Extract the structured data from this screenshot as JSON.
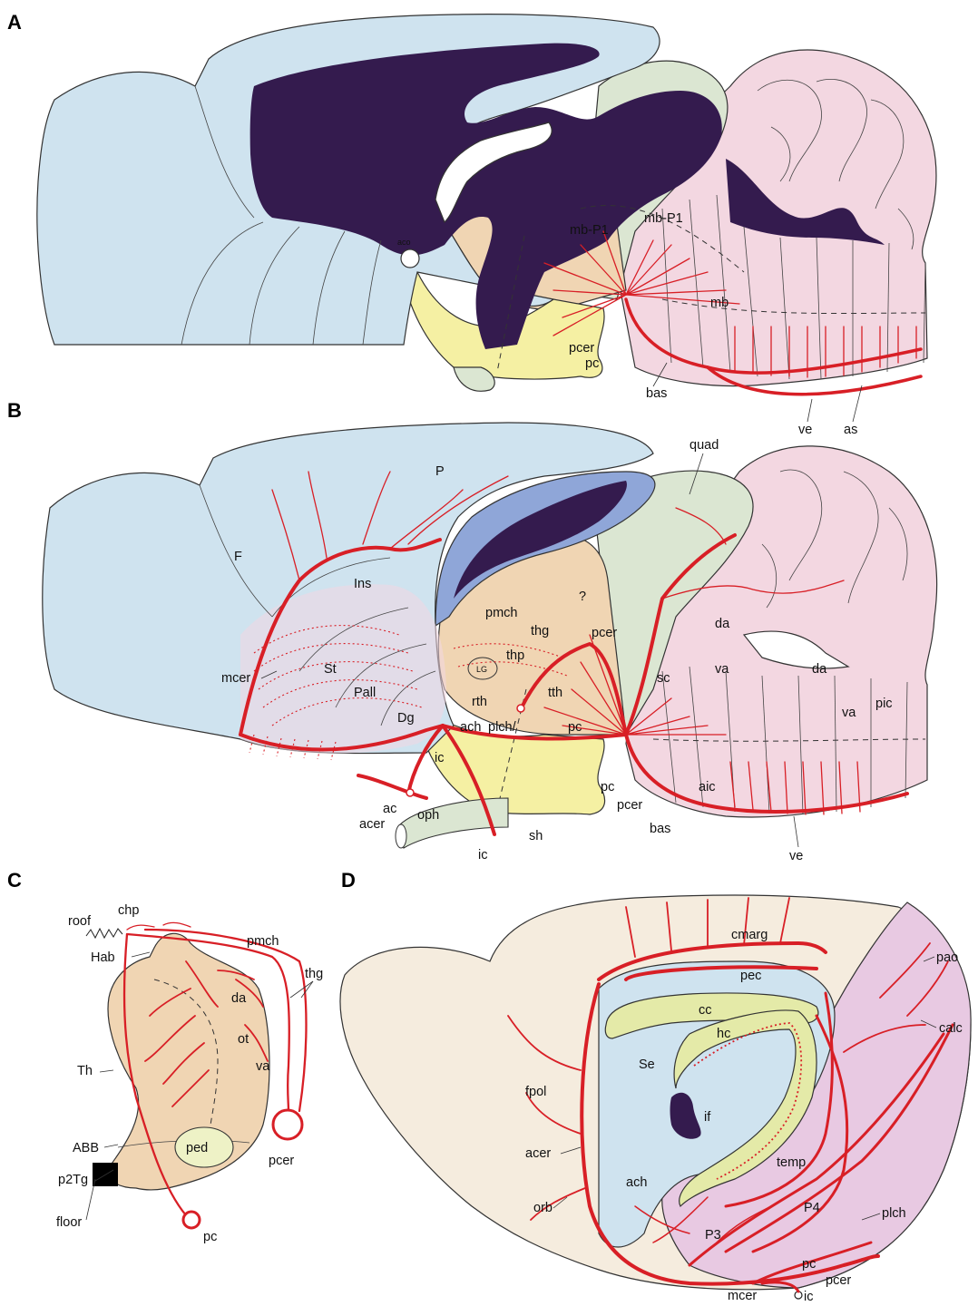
{
  "colors": {
    "telencephalon": "#cfe3ef",
    "ventricle": "#341b4e",
    "diencephalon": "#f0d5b3",
    "hypothalamus": "#f5f0a3",
    "midbrain": "#dbe6d2",
    "hindbrain": "#f3d7e1",
    "cortex_d": "#f5ecde",
    "posterior_d": "#e8c9e2",
    "artery": "#d81f26",
    "hippocampus": "#e4eaa8"
  },
  "panels": {
    "A": {
      "label": "A",
      "labels": {
        "aco": "aco",
        "mbP1_a": "mb-P1",
        "mbP1_b": "mb-P1",
        "mb": "mb",
        "pcer": "pcer",
        "pc": "pc",
        "bas": "bas",
        "ve": "ve",
        "as": "as"
      }
    },
    "B": {
      "label": "B",
      "labels": {
        "quad": "quad",
        "P": "P",
        "F": "F",
        "Ins": "Ins",
        "mcer": "mcer",
        "St": "St",
        "Pall": "Pall",
        "Dg": "Dg",
        "pmch": "pmch",
        "q": "?",
        "thg": "thg",
        "pcer_top": "pcer",
        "thp": "thp",
        "LG": "LG",
        "rth": "rth",
        "tth": "tth",
        "ach": "ach",
        "plch": "plch/",
        "pc_mid": "pc",
        "ic_top": "ic",
        "sc": "sc",
        "da_1": "da",
        "va_1": "va",
        "da_2": "da",
        "va_2": "va",
        "pic": "pic",
        "aic": "aic",
        "ac": "ac",
        "acer": "acer",
        "oph": "oph",
        "ic_bottom": "ic",
        "sh": "sh",
        "pc_low": "pc",
        "pcer_low": "pcer",
        "bas": "bas",
        "ve": "ve"
      }
    },
    "C": {
      "label": "C",
      "labels": {
        "roof": "roof",
        "chp": "chp",
        "pmch": "pmch",
        "Hab": "Hab",
        "thg": "thg",
        "da": "da",
        "ot": "ot",
        "va": "va",
        "Th": "Th",
        "ABB": "ABB",
        "p2Tg": "p2Tg",
        "ped": "ped",
        "pcer": "pcer",
        "floor": "floor",
        "pc": "pc"
      }
    },
    "D": {
      "label": "D",
      "labels": {
        "cmarg": "cmarg",
        "pao": "pao",
        "pec": "pec",
        "cc": "cc",
        "hc": "hc",
        "Se": "Se",
        "calc": "calc",
        "fpol": "fpol",
        "if": "if",
        "acer": "acer",
        "temp": "temp",
        "ach": "ach",
        "orb": "orb",
        "P4": "P4",
        "plch": "plch",
        "P3": "P3",
        "pc": "pc",
        "pcer": "pcer",
        "mcer": "mcer",
        "ic": "ic"
      }
    }
  }
}
